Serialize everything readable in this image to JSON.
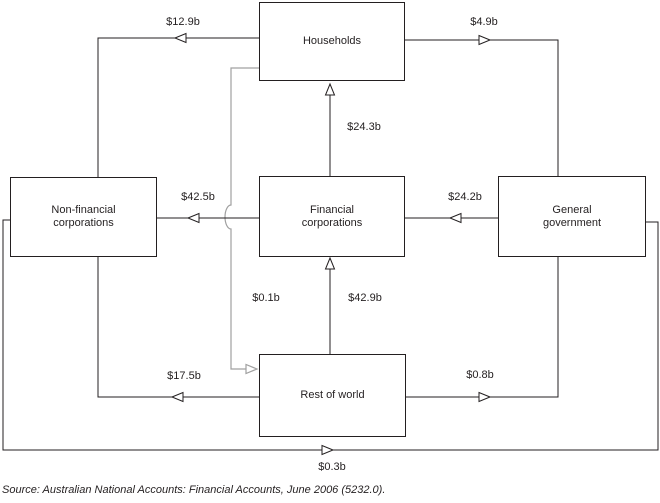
{
  "diagram": {
    "description": "Inter-sectoral financial flows diagram",
    "nodes": {
      "households": {
        "label": "Households"
      },
      "non_financial_corporations": {
        "label": "Non-financial corporations"
      },
      "financial_corporations": {
        "label": "Financial corporations"
      },
      "general_government": {
        "label": "General government"
      },
      "rest_of_world": {
        "label": "Rest of world"
      }
    },
    "flows": {
      "households_to_non_financial": {
        "amount": "$12.9b",
        "from": "Households",
        "to": "Non-financial corporations"
      },
      "households_to_general_government": {
        "amount": "$4.9b",
        "from": "Households",
        "to": "General government"
      },
      "financial_to_households": {
        "amount": "$24.3b",
        "from": "Financial corporations",
        "to": "Households"
      },
      "financial_to_non_financial": {
        "amount": "$42.5b",
        "from": "Financial corporations",
        "to": "Non-financial corporations"
      },
      "general_government_to_financial": {
        "amount": "$24.2b",
        "from": "General government",
        "to": "Financial corporations"
      },
      "households_to_rest_of_world": {
        "amount": "$0.1b",
        "from": "Households",
        "to": "Rest of world"
      },
      "rest_of_world_to_financial": {
        "amount": "$42.9b",
        "from": "Rest of world",
        "to": "Financial corporations"
      },
      "rest_of_world_to_non_financial": {
        "amount": "$17.5b",
        "from": "Rest of world",
        "to": "Non-financial corporations"
      },
      "rest_of_world_to_general_government": {
        "amount": "$0.8b",
        "from": "Rest of world",
        "to": "General government"
      },
      "non_financial_to_general_government": {
        "amount": "$0.3b",
        "from": "Non-financial corporations",
        "to": "General government"
      }
    },
    "colors": {
      "line": "#231f20",
      "secondary_line": "#a0a0a0"
    },
    "source": "Source: Australian National Accounts: Financial Accounts, June 2006 (5232.0)."
  }
}
